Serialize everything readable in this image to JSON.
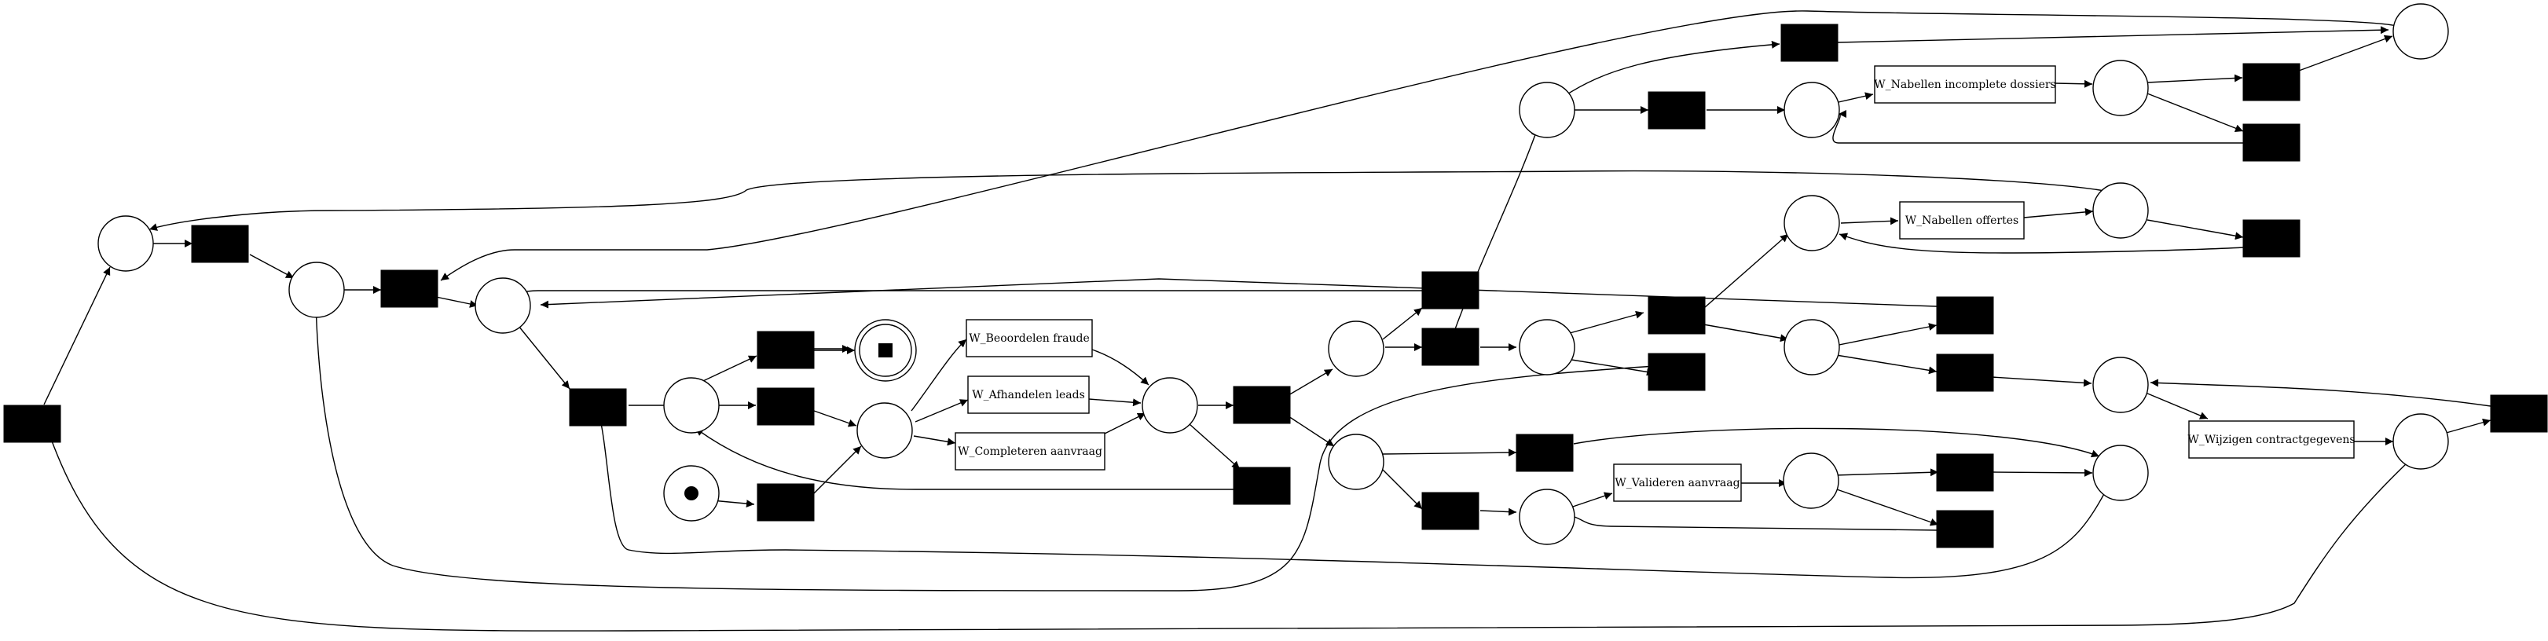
{
  "diagram": {
    "type": "petri-net",
    "colors": {
      "stroke": "#000000",
      "fill": "#ffffff",
      "silent": "#000000"
    },
    "transitions": {
      "t_fraude": "W_Beoordelen fraude",
      "t_leads": "W_Afhandelen leads",
      "t_compl": "W_Completeren aanvraag",
      "t_nab_inc": "W_Nabellen incomplete dossiers",
      "t_nab_off": "W_Nabellen offertes",
      "t_valid": "W_Valideren aanvraag",
      "t_wijz": "W_Wijzigen contractgegevens"
    }
  }
}
